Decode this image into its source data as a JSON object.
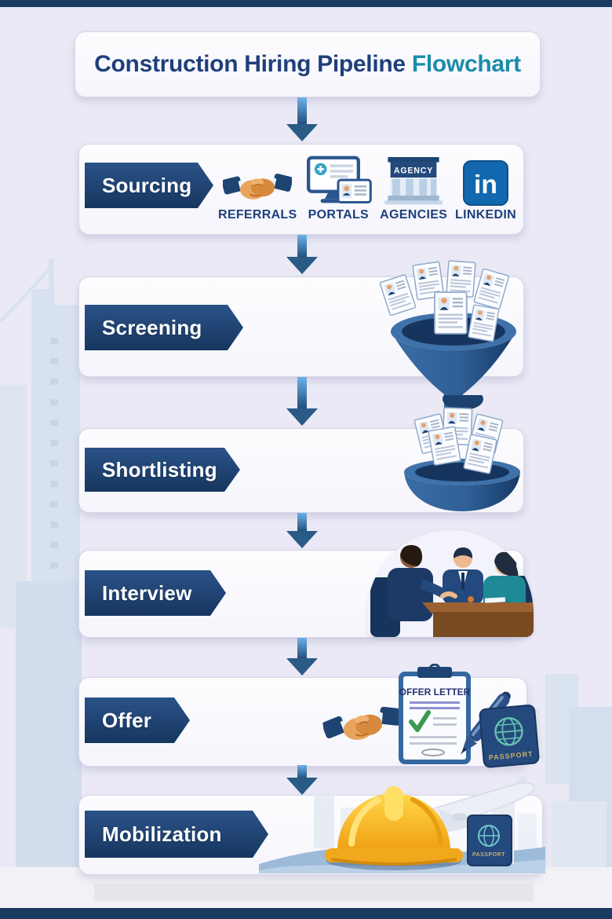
{
  "title": {
    "main": "Construction Hiring Pipeline",
    "accent": "Flowchart"
  },
  "stages": [
    {
      "id": "sourcing",
      "label": "Sourcing",
      "illustration": "sourcing-channel-icons"
    },
    {
      "id": "screening",
      "label": "Screening",
      "illustration": "resume-funnel"
    },
    {
      "id": "shortlisting",
      "label": "Shortlisting",
      "illustration": "selected-resumes-bowl"
    },
    {
      "id": "interview",
      "label": "Interview",
      "illustration": "interview-panel-scene"
    },
    {
      "id": "offer",
      "label": "Offer",
      "illustration": "handshake-offer-letter-passport"
    },
    {
      "id": "mobilization",
      "label": "Mobilization",
      "illustration": "hard-hat-airplane-passport"
    }
  ],
  "sourcing_channels": [
    {
      "label": "REFERRALS",
      "icon": "handshake-icon"
    },
    {
      "label": "PORTALS",
      "icon": "job-portal-monitor-icon"
    },
    {
      "label": "AGENCIES",
      "icon": "agency-building-icon"
    },
    {
      "label": "LINKEDIN",
      "icon": "linkedin-icon"
    }
  ],
  "labels": {
    "agency_sign": "AGENCY",
    "linkedin_glyph": "in",
    "offer_letter_title": "OFFER LETTER",
    "offer_passport": "PASSPORT",
    "mobilization_passport": "PASSPORT"
  },
  "colors": {
    "page_background": "#eae9f5",
    "top_bottom_bars": "#1c3b63",
    "title_main": "#1e3f7a",
    "title_accent": "#1b8ca8",
    "stage_banner_top": "#2b5288",
    "stage_banner_bottom": "#16365f",
    "arrow_light": "#5fa5e0",
    "arrow_dark": "#2a5a86",
    "channel_label": "#1e3f7a",
    "linkedin_blue": "#1268ae",
    "funnel_blue": "#2f5f97",
    "check_green": "#3a9a4e",
    "helmet_yellow": "#f6b71d",
    "teal_jacket": "#1f8a96",
    "skin_tone": "#e8a35c",
    "passport_navy": "#24497c"
  }
}
